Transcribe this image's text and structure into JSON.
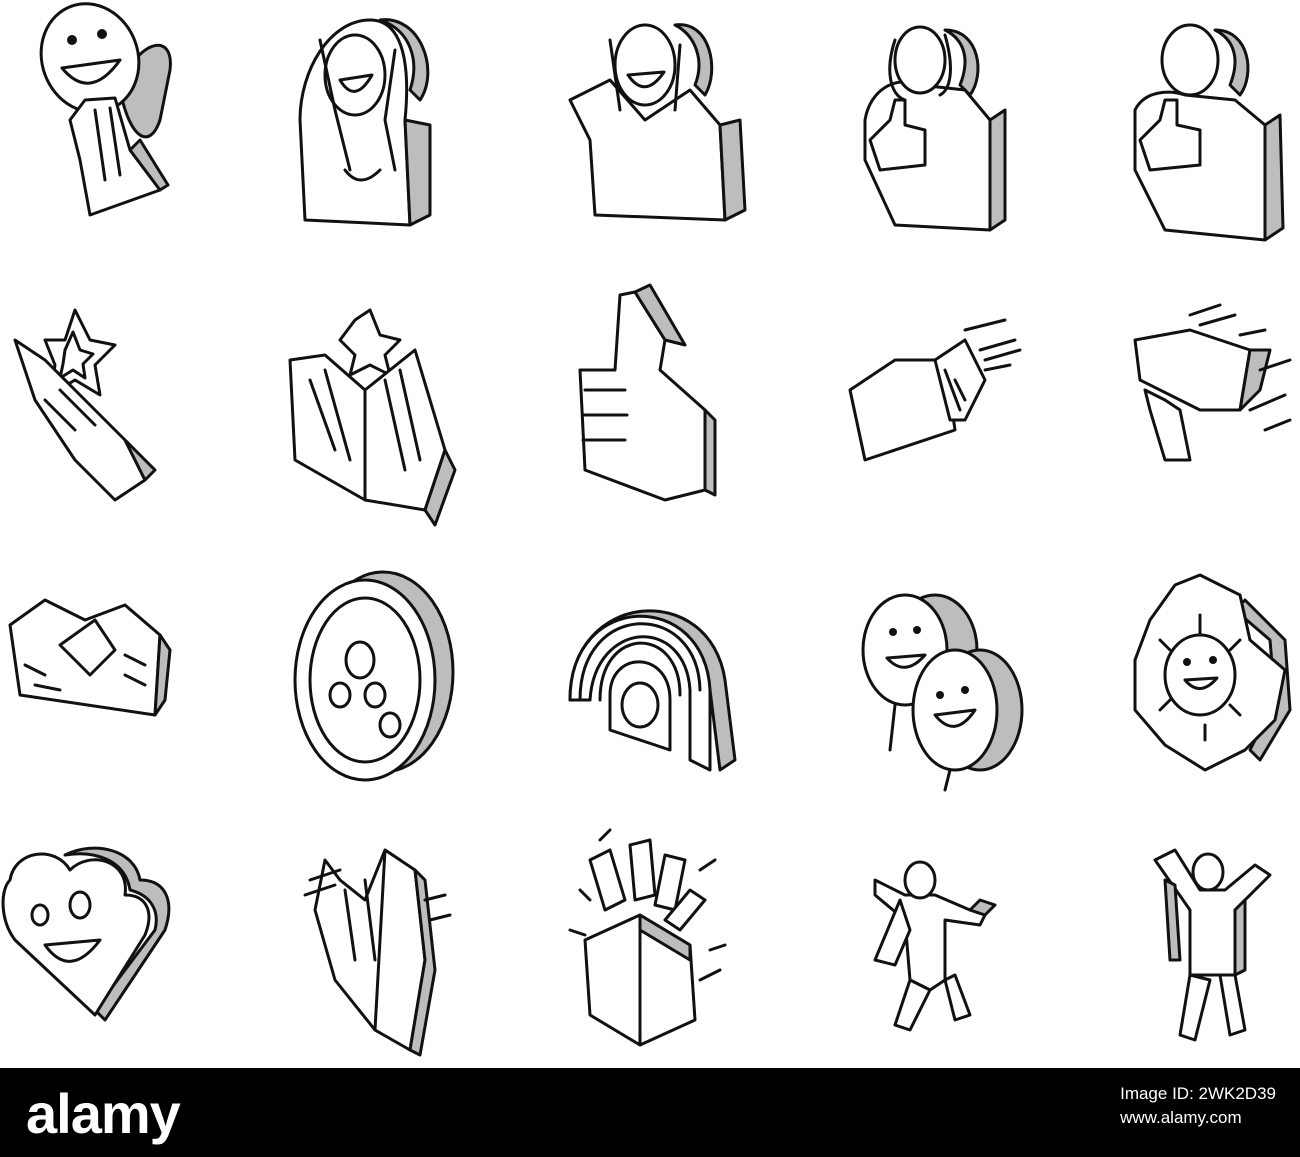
{
  "footer": {
    "brand": "alamy",
    "image_id_label": "Image ID: 2WK2D39",
    "site": "www.alamy.com"
  },
  "icons": [
    {
      "name": "laughing-face-sign-icon"
    },
    {
      "name": "woman-covering-face-icon"
    },
    {
      "name": "man-covering-face-icon"
    },
    {
      "name": "woman-thumbs-up-icon"
    },
    {
      "name": "man-thumbs-up-icon"
    },
    {
      "name": "hand-holding-star-icon"
    },
    {
      "name": "hands-holding-star-icon"
    },
    {
      "name": "thumbs-up-hand-icon"
    },
    {
      "name": "fist-bump-icon"
    },
    {
      "name": "hands-fist-bump-icon"
    },
    {
      "name": "heart-hands-icon"
    },
    {
      "name": "round-button-icon"
    },
    {
      "name": "rainbow-icon"
    },
    {
      "name": "smiling-balloons-icon"
    },
    {
      "name": "smiling-flower-icon"
    },
    {
      "name": "smiling-heart-icon"
    },
    {
      "name": "high-five-hands-icon"
    },
    {
      "name": "surprise-gift-box-icon"
    },
    {
      "name": "jumping-woman-icon"
    },
    {
      "name": "jumping-man-icon"
    }
  ],
  "colors": {
    "background": "#ffffff",
    "stroke": "#111111",
    "side_fill": "#bdbdbd",
    "footer_bg": "#000000",
    "footer_text": "#ffffff"
  }
}
